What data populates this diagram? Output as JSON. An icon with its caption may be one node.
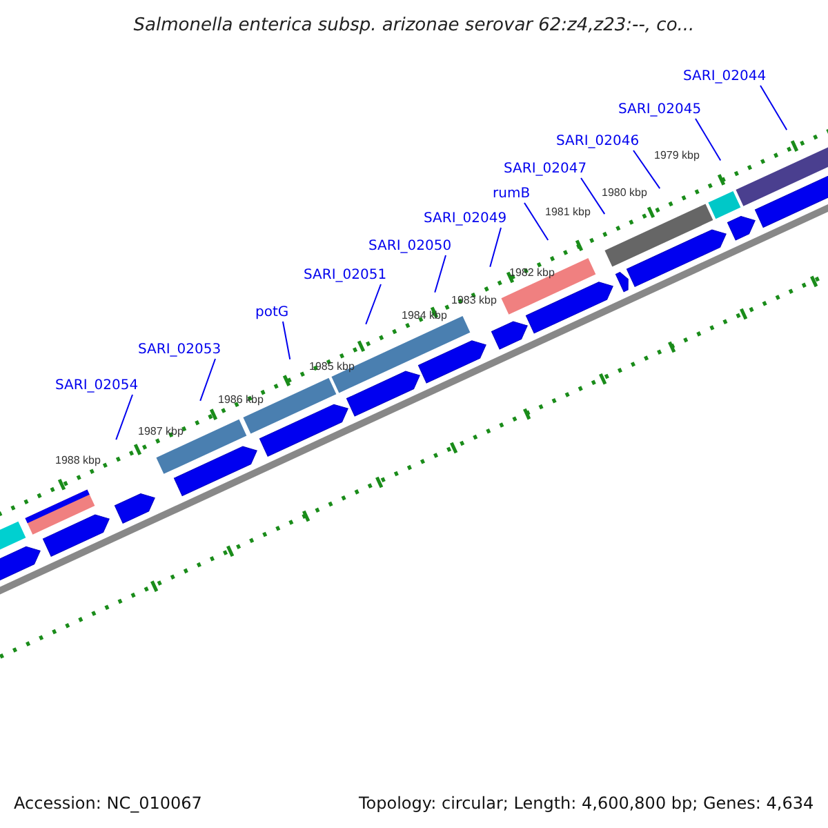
{
  "diagram": {
    "title": "Salmonella enterica subsp. arizonae serovar 62:z4,z23:--, co...",
    "nodes": [
      {
        "text": [
          "SARI_02054"
        ]
      },
      {
        "text": [
          "SARI_02053"
        ]
      },
      {
        "text": [
          "potG"
        ]
      },
      {
        "text": [
          "SARI_02051"
        ]
      },
      {
        "text": [
          "SARI_02050"
        ]
      },
      {
        "text": [
          "SARI_02049"
        ]
      },
      {
        "text": [
          "rumB"
        ]
      },
      {
        "text": [
          "SARI_02047"
        ]
      },
      {
        "text": [
          "SARI_02046"
        ]
      },
      {
        "text": [
          "SARI_02045"
        ]
      },
      {
        "text": [
          "SARI_02044"
        ]
      }
    ],
    "edges": [
      {
        "from": 0,
        "to": null,
        "arrow": "none"
      },
      {
        "from": 1,
        "to": null,
        "arrow": "none"
      },
      {
        "from": 2,
        "to": null,
        "arrow": "none"
      },
      {
        "from": 3,
        "to": null,
        "arrow": "none"
      },
      {
        "from": 4,
        "to": null,
        "arrow": "none"
      },
      {
        "from": 5,
        "to": null,
        "arrow": "none"
      },
      {
        "from": 6,
        "to": null,
        "arrow": "none"
      },
      {
        "from": 7,
        "to": null,
        "arrow": "none"
      },
      {
        "from": 8,
        "to": null,
        "arrow": "none"
      },
      {
        "from": 9,
        "to": null,
        "arrow": "none"
      },
      {
        "from": 10,
        "to": null,
        "arrow": "none"
      }
    ],
    "labels": [
      "1988 kbp",
      "1987 kbp",
      "1986 kbp",
      "1985 kbp",
      "1984 kbp",
      "1983 kbp",
      "1982 kbp",
      "1981 kbp",
      "1980 kbp",
      "1979 kbp",
      "Accession: NC_010067",
      "Topology: circular; Length: 4,600,800 bp; Genes: 4,634"
    ]
  }
}
